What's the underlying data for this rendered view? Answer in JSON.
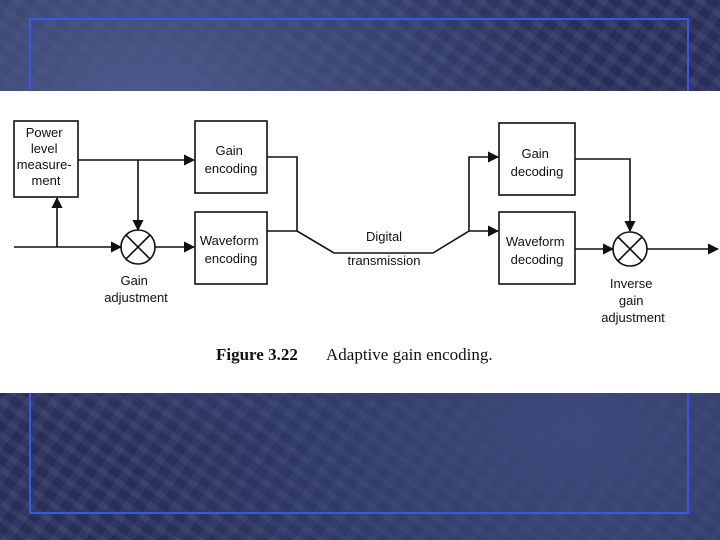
{
  "blocks": {
    "power": [
      "Power",
      "level",
      "measure-",
      "ment"
    ],
    "gain_encoding": [
      "Gain",
      "encoding"
    ],
    "waveform_encoding": [
      "Waveform",
      "encoding"
    ],
    "gain_decoding": [
      "Gain",
      "decoding"
    ],
    "waveform_decoding": [
      "Waveform",
      "decoding"
    ]
  },
  "labels": {
    "gain_adjustment": [
      "Gain",
      "adjustment"
    ],
    "digital": "Digital",
    "transmission": "transmission",
    "inverse_gain_adjustment": [
      "Inverse",
      "gain",
      "adjustment"
    ]
  },
  "caption": {
    "number": "Figure 3.22",
    "text": "Adaptive gain encoding."
  }
}
